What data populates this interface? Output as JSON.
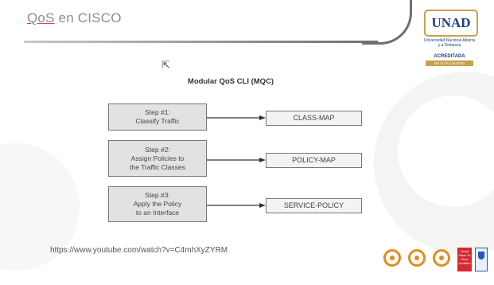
{
  "slide": {
    "title_prefix": "QoS",
    "title_suffix": " en CISCO",
    "logo": {
      "name": "UNAD",
      "subtitle": "Universidad Nacional Abierta y a Distancia",
      "accreditation": "ACREDITADA",
      "accreditation_sub": "EN ALTA CALIDAD"
    }
  },
  "diagram": {
    "title": "Modular QoS CLI (MQC)",
    "steps": [
      {
        "label": "Step #1:\nClassify Traffic",
        "result": "CLASS-MAP"
      },
      {
        "label": "Step #2:\nAssign Policies to\nthe Traffic Classes",
        "result": "POLICY-MAP"
      },
      {
        "label": "Step #3:\nApply the Policy\nto an Interface",
        "result": "SERVICE-POLICY"
      }
    ]
  },
  "footer": {
    "url": "https://www.youtube.com/watch?v=C4mhXyZYRM",
    "gptw": "Great Place To Work Certified"
  },
  "colors": {
    "header_line": "#6f6f6f",
    "logo_blue": "#1f3f80",
    "logo_gold": "#c9a04a",
    "badge_orange": "#e48b1f",
    "gptw_red": "#d5282f"
  }
}
